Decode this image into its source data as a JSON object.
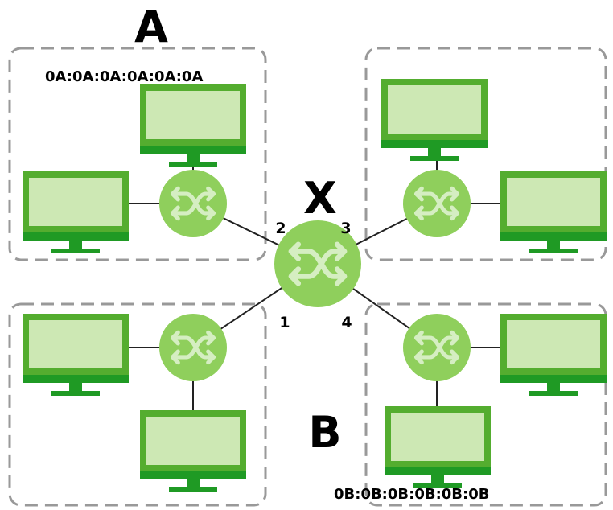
{
  "labels": {
    "group_a": "A",
    "group_b": "B",
    "switch_x": "X",
    "mac_a": "0A:0A:0A:0A:0A:0A",
    "mac_b": "0B:0B:0B:0B:0B:0B",
    "port_1": "1",
    "port_2": "2",
    "port_3": "3",
    "port_4": "4"
  },
  "colors": {
    "switch_fill": "#8fcf5c",
    "arrow": "#d5eec2",
    "monitor_frame": "#54ad2f",
    "monitor_screen": "#cde8b4",
    "monitor_base": "#1f9a24",
    "group_border": "#999999",
    "link": "#222222"
  },
  "icons": [
    "switch-icon",
    "monitor-icon"
  ]
}
